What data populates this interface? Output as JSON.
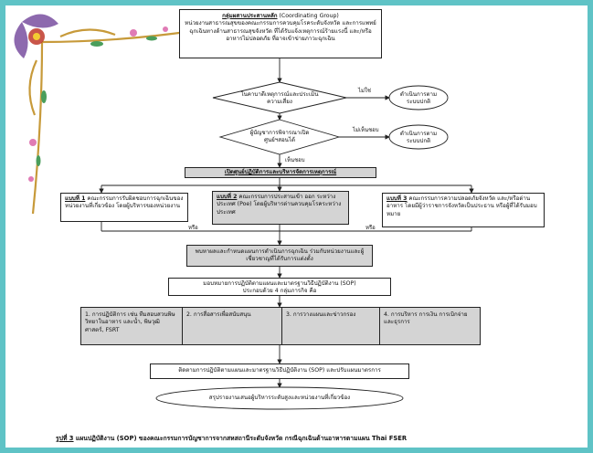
{
  "coordinating_group": {
    "title": "กลุ่มผสานประสานหลัก",
    "title_en": "(Coordinating Group)",
    "text": "หน่วยงานสาธารณสุขของคณะกรรมการควบคุมโรคระดับจังหวัด และการแพทย์ฉุกเฉินทางด้านสาธารณสุขจังหวัด ที่ได้รับแจ้งเหตุการณ์ร้ายแรงนี้ และ/หรือ อาหารไม่ปลอดภัย ที่อาจเข้าข่ายภาวะฉุกเฉิน"
  },
  "decision1": {
    "text": "ในคาบาดีเหตุการณ์และประเมินความเสี่ยง",
    "no_label": "ไม่ใช่",
    "outcome": "ดำเนินการตามระบบปกติ"
  },
  "decision2": {
    "text": "ผู้บัญชาการพิจารณาเปิดศูนย์ฯสอนได้",
    "no_label": "ไม่เห็นชอบ",
    "outcome": "ดำเนินการตามระบบปกติ",
    "yes_label": "เห็นชอบ"
  },
  "eoc_box": "เปิดศูนย์ปฏิบัติการและบริหารจัดการเหตุการณ์",
  "models": [
    {
      "prefix": "แบบที่ 1",
      "text": "คณะกรรมการรับผิดชอบการฉุกเฉินของหน่วยงานที่เกี่ยวข้อง โดยผู้บริหารของหน่วยงาน"
    },
    {
      "prefix": "แบบที่ 2",
      "text": "คณะกรรมการประสานเข้า ออก ระหว่างประเทศ (Poe) โดยผู้บริหารด่านควบคุมโรคระหว่างประเทศ"
    },
    {
      "prefix": "แบบที่ 3",
      "text": "คณะกรรมการความปลอดภัยจังหวัด และ/หรือด่านอาหาร โดยมีผู้ว่าราชการจังหวัดเป็นประธาน หรือผู้ที่ได้รับมอบหมาย"
    }
  ],
  "or_labels": [
    "หรือ",
    "หรือ"
  ],
  "assign_box": "พบหาผลและกำหนดแผนการดำเนินการฉุกเฉิน ร่วมกับหน่วยงานและผู้เชี่ยวชาญที่ได้รับการแต่งตั้ง",
  "sop_box": {
    "line1": "มอบหมายการปฏิบัติตามแผนและมาตรฐานวิธีปฏิบัติงาน (SOP)",
    "line2": "ประกอบด้วย 4 กลุ่มภารกิจ คือ"
  },
  "missions": [
    "1. การปฏิบัติการ เช่น ทีมสอบสวนพิษวิทยาในอาหาร และน้ำ, พิษวุฒิศาสตร์, FSRT",
    "2. การสื่อสารเพื่อสนับสนุน",
    "3. การวางแผนและข่าวกรอง",
    "4. การบริหาร การเงิน การเบิกจ่าย และธุรการ"
  ],
  "monitor_box": "ติดตามการปฏิบัติตามแผนและมาตรฐานวิธีปฏิบัติงาน (SOP) และปรับแผนมาตรการ",
  "summary_ellipse": "สรุปรายงานเสนอผู้บริหารระดับสูงและหน่วยงานที่เกี่ยวข้อง",
  "caption": {
    "label": "รูปที่ 3",
    "text": "แผนปฏิบัติงาน (SOP) ของคณะกรรมการบัญชาการจากสหสถานีระดับจังหวัด กรณีฉุกเฉินด้านอาหารตามแผน Thai FSER"
  },
  "colors": {
    "frame": "#5fc3c6",
    "box_gray": "#d4d4d4",
    "ornament_purple": "#7a4fa0",
    "ornament_gold": "#c79a3a"
  }
}
